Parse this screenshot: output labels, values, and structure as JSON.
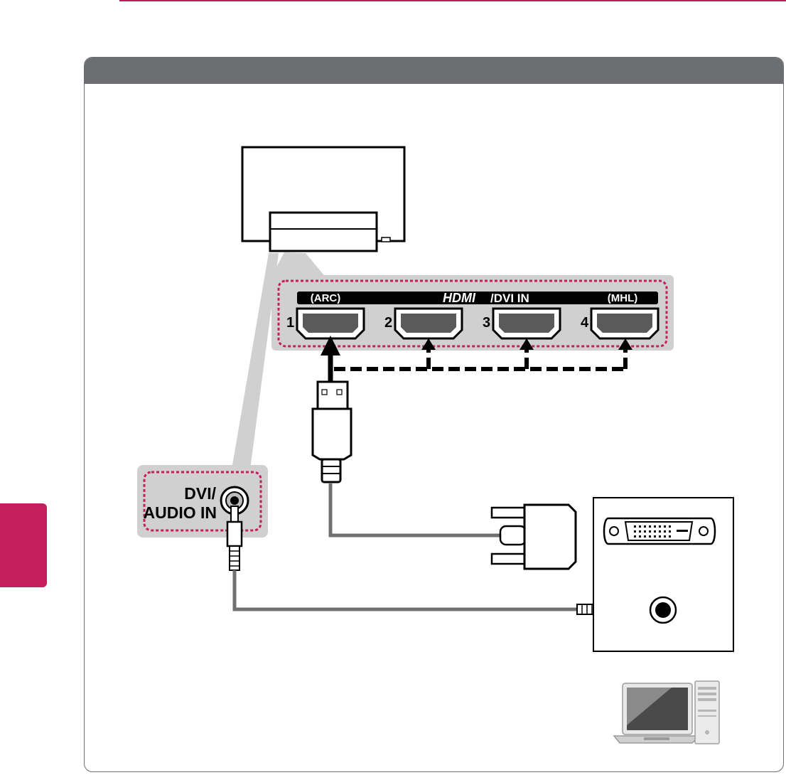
{
  "ports_panel": {
    "brand": "HDMI",
    "suffix": "/DVI IN",
    "arc_label": "(ARC)",
    "mhl_label": "(MHL)",
    "port_numbers": [
      "1",
      "2",
      "3",
      "4"
    ]
  },
  "audio_panel": {
    "line1": "DVI/",
    "line2": "AUDIO IN"
  },
  "colors": {
    "accent": "#c41f5c",
    "panel_header": "#6d6e71",
    "callout_grey": "#d0d0d0",
    "cable": "#707070"
  }
}
